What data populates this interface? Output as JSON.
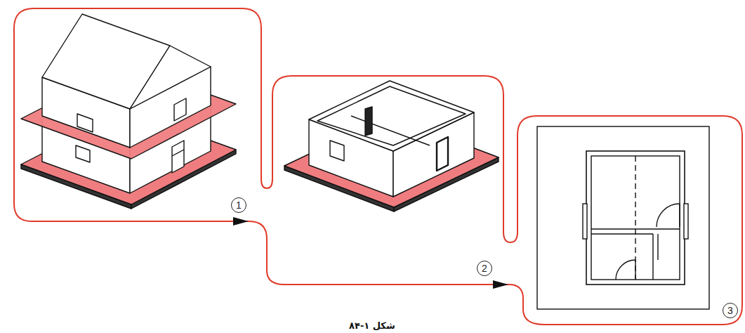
{
  "diagram": {
    "caption": "شکل ۱-۸۴",
    "labels": [
      "1",
      "2",
      "3"
    ]
  }
}
